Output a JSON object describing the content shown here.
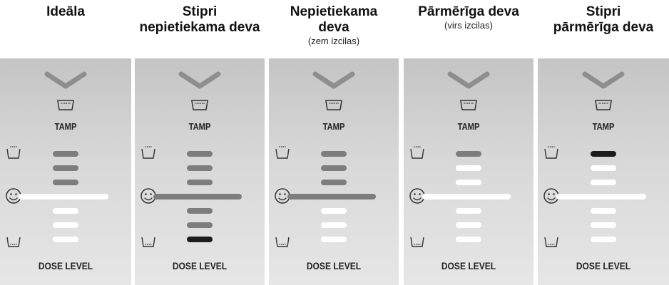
{
  "colors": {
    "chevron": "#8e8e8e",
    "icon": "#333333",
    "bar_white": "#ffffff",
    "bar_grey": "#7d7d7d",
    "bar_black": "#1c1c1c"
  },
  "icons": {
    "chevron": "chevron-down-icon",
    "cup_full": "tamp-container-icon",
    "cup_top": "full-basket-icon",
    "smiley": "smiley-icon",
    "cup_bottom": "low-basket-icon"
  },
  "panels": [
    {
      "title": "Ideāla",
      "title_line2": "",
      "subtitle": "",
      "tamp": "TAMP",
      "dose": "DOSE LEVEL",
      "bars": [
        "grey",
        "grey",
        "grey",
        "white",
        "white",
        "white",
        "white"
      ]
    },
    {
      "title": "Stipri",
      "title_line2": "nepietiekama deva",
      "subtitle": "",
      "tamp": "TAMP",
      "dose": "DOSE LEVEL",
      "bars": [
        "grey",
        "grey",
        "grey",
        "grey",
        "grey",
        "grey",
        "black"
      ]
    },
    {
      "title": "Nepietiekama",
      "title_line2": "deva",
      "subtitle": "(zem izcilas)",
      "tamp": "TAMP",
      "dose": "DOSE LEVEL",
      "bars": [
        "grey",
        "grey",
        "grey",
        "grey",
        "white",
        "white",
        "white"
      ]
    },
    {
      "title": "Pārmērīga deva",
      "title_line2": "",
      "subtitle": "(virs izcilas)",
      "tamp": "TAMP",
      "dose": "DOSE LEVEL",
      "bars": [
        "grey",
        "white",
        "white",
        "white",
        "white",
        "white",
        "white"
      ]
    },
    {
      "title": "Stipri",
      "title_line2": "pārmērīga deva",
      "subtitle": "",
      "tamp": "TAMP",
      "dose": "DOSE LEVEL",
      "bars": [
        "black",
        "white",
        "white",
        "white",
        "white",
        "white",
        "white"
      ]
    }
  ]
}
